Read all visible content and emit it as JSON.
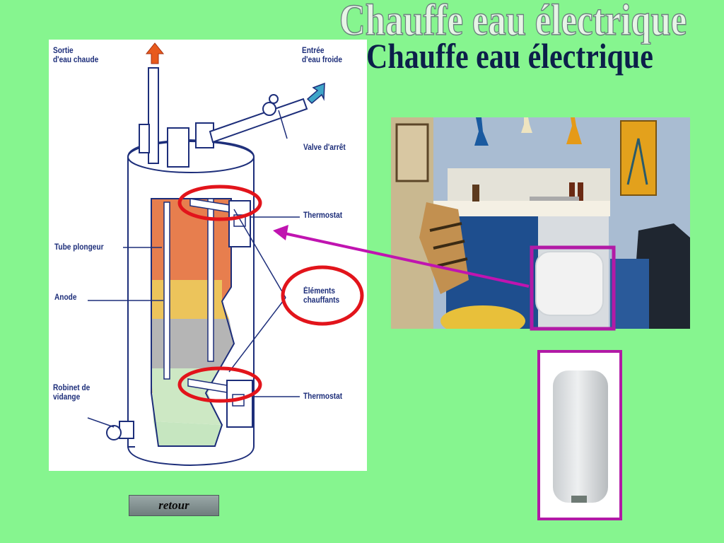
{
  "title": "Chauffe eau électrique",
  "title_shadow": "Chauffe eau électrique",
  "diagram": {
    "labels": {
      "sortie": [
        "Sortie",
        "d'eau chaude"
      ],
      "entree": [
        "Entrée",
        "d'eau froide"
      ],
      "valve": "Valve d'arrêt",
      "thermostat_top": "Thermostat",
      "tube": "Tube plongeur",
      "anode": "Anode",
      "elements": [
        "Éléments",
        "chauffants"
      ],
      "robinet": [
        "Robinet de",
        "vidange"
      ],
      "thermostat_bottom": "Thermostat"
    }
  },
  "buttons": {
    "retour": "retour"
  },
  "colors": {
    "background": "#86f58f",
    "highlight_circle": "#e2141b",
    "highlight_frame": "#b21aa6",
    "arrow": "#c014b0"
  }
}
